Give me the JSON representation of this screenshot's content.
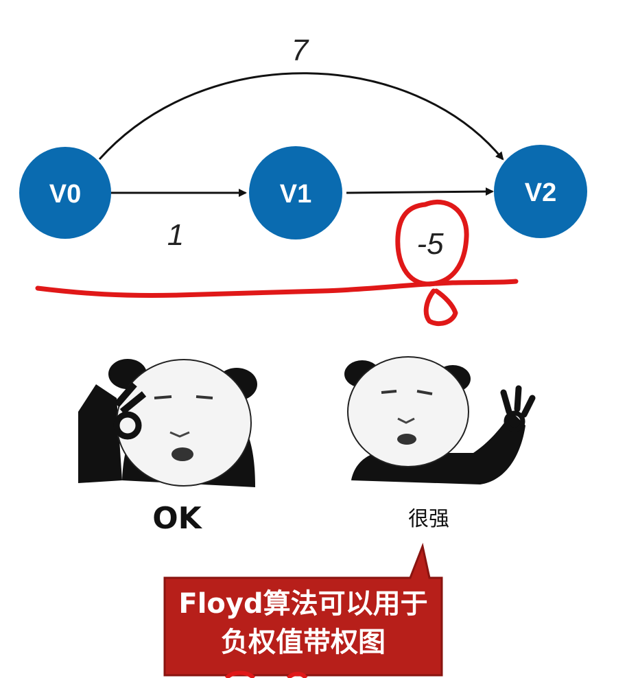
{
  "graph": {
    "nodes": [
      {
        "id": "v0",
        "label": "V0"
      },
      {
        "id": "v1",
        "label": "V1"
      },
      {
        "id": "v2",
        "label": "V2"
      }
    ],
    "edges": [
      {
        "from": "V0",
        "to": "V1",
        "weight": "1"
      },
      {
        "from": "V1",
        "to": "V2",
        "weight": "-5"
      },
      {
        "from": "V0",
        "to": "V2",
        "weight": "7"
      }
    ],
    "colors": {
      "node_fill": "#0a6bb0",
      "edge": "#111111",
      "annotation": "#e01818"
    }
  },
  "memes": [
    {
      "caption": "OK",
      "icon": "panda-ok-gesture-meme"
    },
    {
      "caption": "很强",
      "icon": "panda-ok-hand-meme"
    }
  ],
  "callout": {
    "lines": [
      "Floyd算法可以用于",
      "负权值带权图"
    ],
    "colors": {
      "fill": "#b71f1a",
      "border": "#8a1410"
    }
  }
}
